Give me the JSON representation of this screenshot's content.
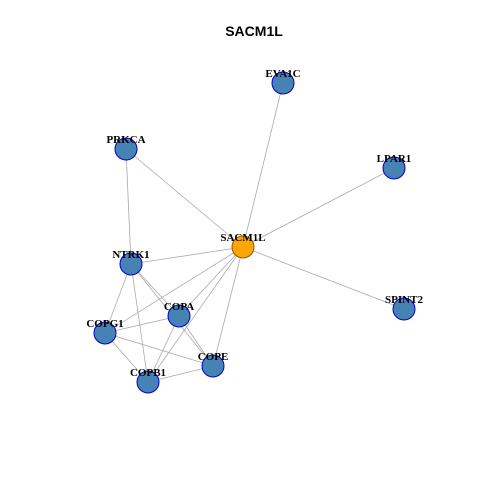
{
  "graph": {
    "title": "SACM1L",
    "colors": {
      "hub_fill": "#FFA500",
      "hub_stroke": "#8B5A00",
      "node_fill": "#4682B4",
      "node_stroke": "#0000CD",
      "edge": "#AAAAAA"
    },
    "nodes": [
      {
        "id": "SACM1L",
        "label": "SACM1L",
        "hub": true
      },
      {
        "id": "EVA1C",
        "label": "EVA1C",
        "hub": false
      },
      {
        "id": "PRKCA",
        "label": "PRKCA",
        "hub": false
      },
      {
        "id": "LPAR1",
        "label": "LPAR1",
        "hub": false
      },
      {
        "id": "NTRK1",
        "label": "NTRK1",
        "hub": false
      },
      {
        "id": "SPINT2",
        "label": "SPINT2",
        "hub": false
      },
      {
        "id": "COPA",
        "label": "COPA",
        "hub": false
      },
      {
        "id": "COPG1",
        "label": "COPG1",
        "hub": false
      },
      {
        "id": "COPE",
        "label": "COPE",
        "hub": false
      },
      {
        "id": "COPB1",
        "label": "COPB1",
        "hub": false
      }
    ],
    "edges": [
      [
        "SACM1L",
        "EVA1C"
      ],
      [
        "SACM1L",
        "PRKCA"
      ],
      [
        "SACM1L",
        "LPAR1"
      ],
      [
        "SACM1L",
        "NTRK1"
      ],
      [
        "SACM1L",
        "SPINT2"
      ],
      [
        "SACM1L",
        "COPA"
      ],
      [
        "SACM1L",
        "COPG1"
      ],
      [
        "SACM1L",
        "COPE"
      ],
      [
        "SACM1L",
        "COPB1"
      ],
      [
        "PRKCA",
        "NTRK1"
      ],
      [
        "NTRK1",
        "COPA"
      ],
      [
        "NTRK1",
        "COPG1"
      ],
      [
        "NTRK1",
        "COPE"
      ],
      [
        "NTRK1",
        "COPB1"
      ],
      [
        "COPA",
        "COPG1"
      ],
      [
        "COPA",
        "COPE"
      ],
      [
        "COPA",
        "COPB1"
      ],
      [
        "COPG1",
        "COPE"
      ],
      [
        "COPG1",
        "COPB1"
      ],
      [
        "COPE",
        "COPB1"
      ]
    ]
  }
}
